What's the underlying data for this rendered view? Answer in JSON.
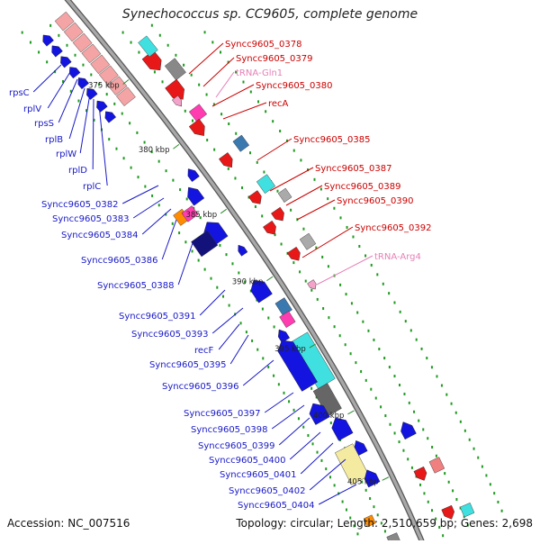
{
  "title": "Synechococcus sp. CC9605, complete genome",
  "accession_text": "Accession: NC_007516",
  "summary_text": "Topology: circular; Length: 2,510,659 bp; Genes: 2,698",
  "colors": {
    "backbone": "#8a8a8a",
    "tick_dots": "#1e9a1e",
    "forward_cds": "#e81818",
    "reverse_cds": "#1414e0",
    "rna": "#f3a3c9",
    "rrna_block": "#f4a4a4",
    "forward_label": "#cc0000",
    "reverse_label": "#1818c8",
    "rna_label": "#e67fb7"
  },
  "ruler": [
    {
      "label": "375 kbp"
    },
    {
      "label": "380 kbp"
    },
    {
      "label": "385 kbp"
    },
    {
      "label": "390 kbp"
    },
    {
      "label": "395 kbp"
    },
    {
      "label": "400 kbp"
    },
    {
      "label": "405 kbp"
    }
  ],
  "forward_labels": [
    {
      "text": "Syncc9605_0378"
    },
    {
      "text": "Syncc9605_0379"
    },
    {
      "text": "tRNA-Gln1"
    },
    {
      "text": "Syncc9605_0380"
    },
    {
      "text": "recA"
    },
    {
      "text": "Syncc9605_0385"
    },
    {
      "text": "Syncc9605_0387"
    },
    {
      "text": "Syncc9605_0389"
    },
    {
      "text": "Syncc9605_0390"
    },
    {
      "text": "Syncc9605_0392"
    },
    {
      "text": "tRNA-Arg4"
    }
  ],
  "reverse_labels": [
    {
      "text": "rpsC"
    },
    {
      "text": "rplV"
    },
    {
      "text": "rpsS"
    },
    {
      "text": "rplB"
    },
    {
      "text": "rplW"
    },
    {
      "text": "rplD"
    },
    {
      "text": "rplC"
    },
    {
      "text": "Syncc9605_0382"
    },
    {
      "text": "Syncc9605_0383"
    },
    {
      "text": "Syncc9605_0384"
    },
    {
      "text": "Syncc9605_0386"
    },
    {
      "text": "Syncc9605_0388"
    },
    {
      "text": "Syncc9605_0391"
    },
    {
      "text": "Syncc9605_0393"
    },
    {
      "text": "recF"
    },
    {
      "text": "Syncc9605_0395"
    },
    {
      "text": "Syncc9605_0396"
    },
    {
      "text": "Syncc9605_0397"
    },
    {
      "text": "Syncc9605_0398"
    },
    {
      "text": "Syncc9605_0399"
    },
    {
      "text": "Syncc9605_0400"
    },
    {
      "text": "Syncc9605_0401"
    },
    {
      "text": "Syncc9605_0402"
    },
    {
      "text": "Syncc9605_0404"
    }
  ]
}
